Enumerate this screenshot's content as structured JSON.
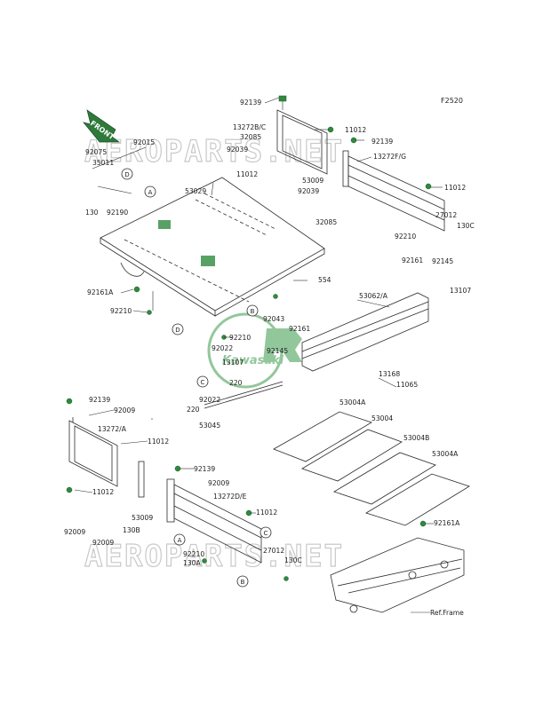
{
  "diagram_code": "F2520",
  "front_label": "FRONT",
  "watermarks": [
    "AEROPARTS.NET",
    "AEROPARTS.NET"
  ],
  "center_logo": "Kawasaki",
  "ref_frame_label": "Ref.Frame",
  "callout_letters": [
    "A",
    "B",
    "C",
    "D"
  ],
  "part_labels": {
    "p92139_top": "92139",
    "p13272BC": "13272B/C",
    "p32085_a": "32085",
    "p92039_a": "92039",
    "p11012_a": "11012",
    "p11012_b": "11012",
    "p92139_r": "92139",
    "p13272FG": "13272F/G",
    "p53009_a": "53009",
    "p11012_c": "11012",
    "p92039_b": "92039",
    "p32085_b": "32085",
    "p27012_a": "27012",
    "p130C_a": "130C",
    "p92210_a": "92210",
    "p92161_a": "92161",
    "p92145_a": "92145",
    "p13107_a": "13107",
    "p92015": "92015",
    "p92075": "92075",
    "p35011": "35011",
    "p130_a": "130",
    "p92190": "92190",
    "p53029": "53029",
    "p554": "554",
    "p92161A_a": "92161A",
    "p92210_b": "92210",
    "p92043": "92043",
    "p53062A": "53062/A",
    "p92161_b": "92161",
    "p92210_c": "92210",
    "p92022_a": "92022",
    "p13107_b": "13107",
    "p92145_b": "92145",
    "p220_a": "220",
    "p13168": "13168",
    "p11065": "11065",
    "p92022_b": "92022",
    "p220_b": "220",
    "p53045": "53045",
    "p53004A_a": "53004A",
    "p53004": "53004",
    "p53004B": "53004B",
    "p53004A_b": "53004A",
    "p92139_l": "92139",
    "p92009_a": "92009",
    "p13272A": "13272/A",
    "p11012_d": "11012",
    "p11012_e": "11012",
    "p53009_b": "53009",
    "p92009_b": "92009",
    "p92009_c": "92009",
    "p130B": "130B",
    "p92139_m": "92139",
    "p92009_d": "92009",
    "p13272DE": "13272D/E",
    "p11012_f": "11012",
    "p92210_d": "92210",
    "p130A": "130A",
    "p27012_b": "27012",
    "p130C_b": "130C",
    "p92161A_b": "92161A"
  }
}
